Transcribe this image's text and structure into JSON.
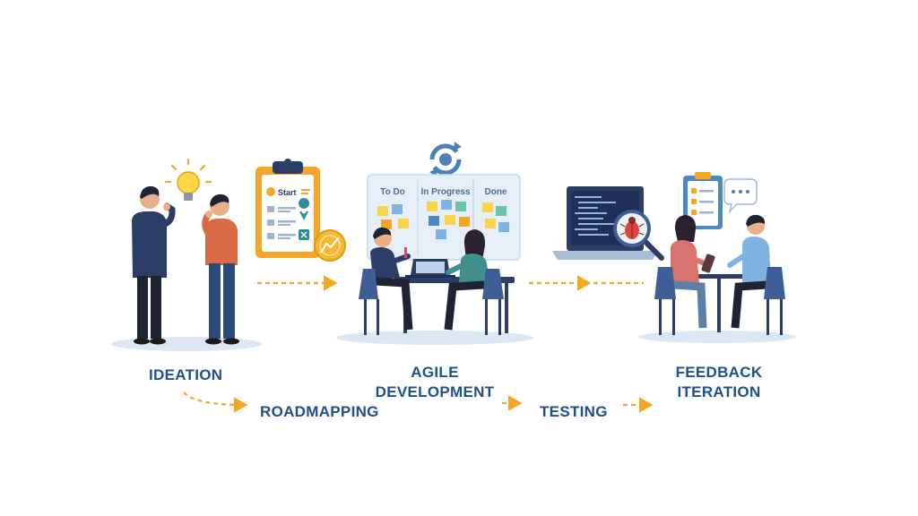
{
  "stages": {
    "ideation": "IDEATION",
    "roadmapping": "ROADMAPPING",
    "agile_line1": "AGILE",
    "agile_line2": "DEVELOPMENT",
    "testing": "TESTING",
    "feedback_line1": "FEEDBACK",
    "feedback_line2": "ITERATION"
  },
  "clipboard": {
    "title": "Start"
  },
  "board": {
    "columns": [
      "To Do",
      "In Progress",
      "Done"
    ]
  },
  "icons": [
    "lightbulb-icon",
    "clipboard-icon",
    "map-pin-icon",
    "coin-icon",
    "sync-icon",
    "bug-icon",
    "magnifier-icon",
    "checklist-icon",
    "chat-bubble-icon"
  ],
  "colors": {
    "accent_orange": "#f5a623",
    "label_blue": "#1f4f8f",
    "navy": "#2c3e66"
  }
}
